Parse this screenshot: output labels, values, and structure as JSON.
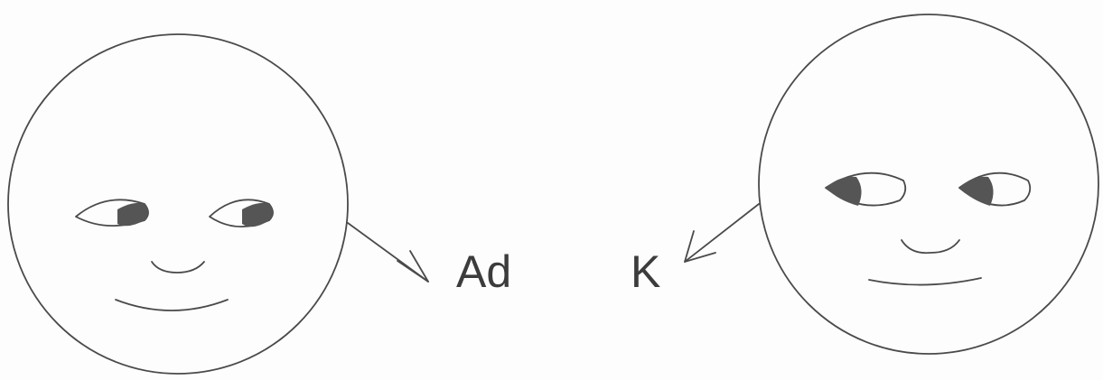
{
  "labels": {
    "left_target": "Ad",
    "right_target": "K"
  },
  "faces": [
    {
      "id": "left",
      "gaze": "right"
    },
    {
      "id": "right",
      "gaze": "left"
    }
  ],
  "colors": {
    "line": "#4a4a4a",
    "pupil": "#555555",
    "text": "#3c3c3c",
    "background": "#fdfdfd"
  }
}
